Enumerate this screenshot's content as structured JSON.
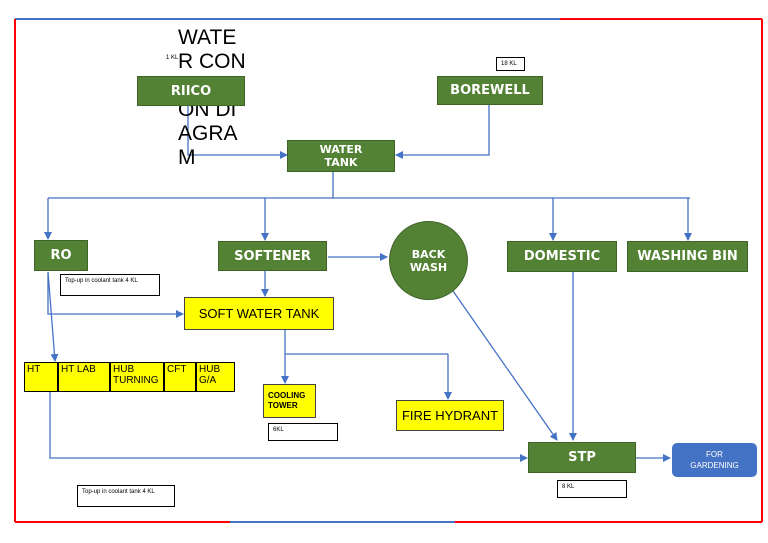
{
  "title": "WATER CONNECTION DIAGRAM",
  "colors": {
    "green": "#548235",
    "yellow": "#ffff00",
    "blue_node": "#4472c4",
    "arrow": "#4472c4",
    "border_red": "#ff0000"
  },
  "nodes": {
    "riico": "RIICO",
    "borewell": "BOREWELL",
    "water_tank": "WATER TANK",
    "ro": "RO",
    "softener": "SOFTENER",
    "back_wash": "BACK WASH",
    "domestic": "DOMESTIC",
    "washing_bin": "WASHING BIN",
    "soft_water_tank": "SOFT WATER TANK",
    "cooling_tower": "COOLING TOWER",
    "fire_hydrant": "FIRE HYDRANT",
    "stp": "STP",
    "for_gardening": "FOR GARDENING"
  },
  "ht_row": [
    "HT",
    "HT LAB",
    "HUB TURNING",
    "CFT",
    "HUB G/A"
  ],
  "notes": {
    "riico_kl": "1 KL",
    "borewell_kl": "18 KL",
    "ro_topup": "Top-up in coolant tank 4 KL",
    "cooling_kl": "6KL",
    "stp_kl": "8 KL",
    "bottom_topup": "Top-up in coolant tank 4 KL"
  }
}
